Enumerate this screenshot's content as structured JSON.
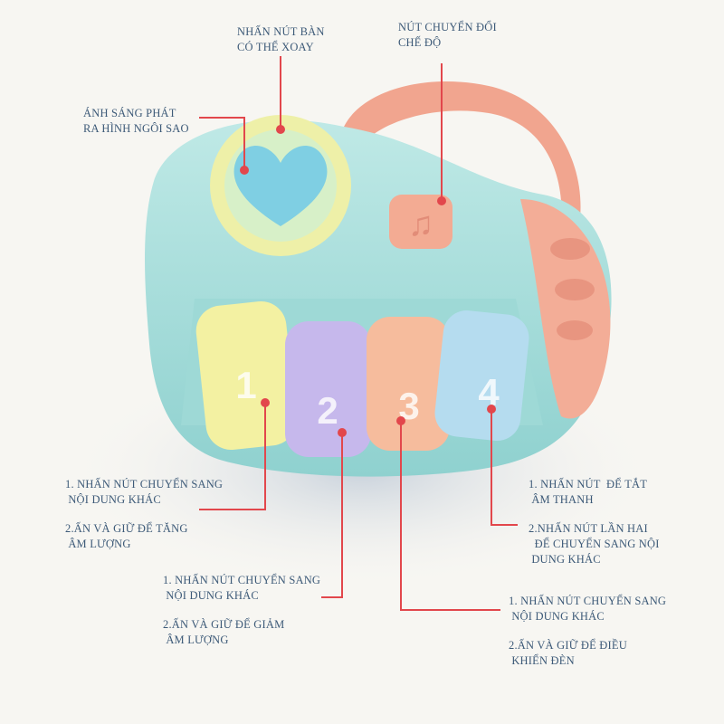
{
  "colors": {
    "callout": "#e2474c",
    "text": "#3d5a78",
    "body": "#a9dfdd",
    "handle": "#f1a58f"
  },
  "keys": [
    "1",
    "2",
    "3",
    "4"
  ],
  "labels": {
    "rotating_button": [
      "NHẤN NÚT BÀN",
      "CÓ THỂ XOAY"
    ],
    "mode_button": [
      "NÚT CHUYỂN ĐỔI",
      "CHẾ ĐỘ"
    ],
    "star_light": [
      "ÁNH SÁNG PHÁT",
      "RA HÌNH NGÔI SAO"
    ],
    "key1": [
      "1. NHẤN NÚT CHUYỂN SANG",
      " NỘI DUNG KHÁC",
      "2.ẤN VÀ GIỮ ĐỂ TĂNG",
      " ÂM LƯỢNG"
    ],
    "key2": [
      "1. NHẤN NÚT CHUYỂN SANG",
      " NỘI DUNG KHÁC",
      "2.ẤN VÀ GIỮ ĐỂ GIẢM",
      " ÂM LƯỢNG"
    ],
    "key3": [
      "1. NHẤN NÚT CHUYỂN SANG",
      " NỘI DUNG KHÁC",
      "2.ẤN VÀ GIỮ ĐỂ ĐIỀU",
      " KHIỂN ĐÈN"
    ],
    "key4": [
      "1. NHẤN NÚT  ĐỂ TẮT",
      " ÂM THANH",
      "2.NHẤN NÚT LẦN HAI",
      "  ĐỂ CHUYỂN SANG NỘI",
      " DUNG KHÁC"
    ]
  }
}
